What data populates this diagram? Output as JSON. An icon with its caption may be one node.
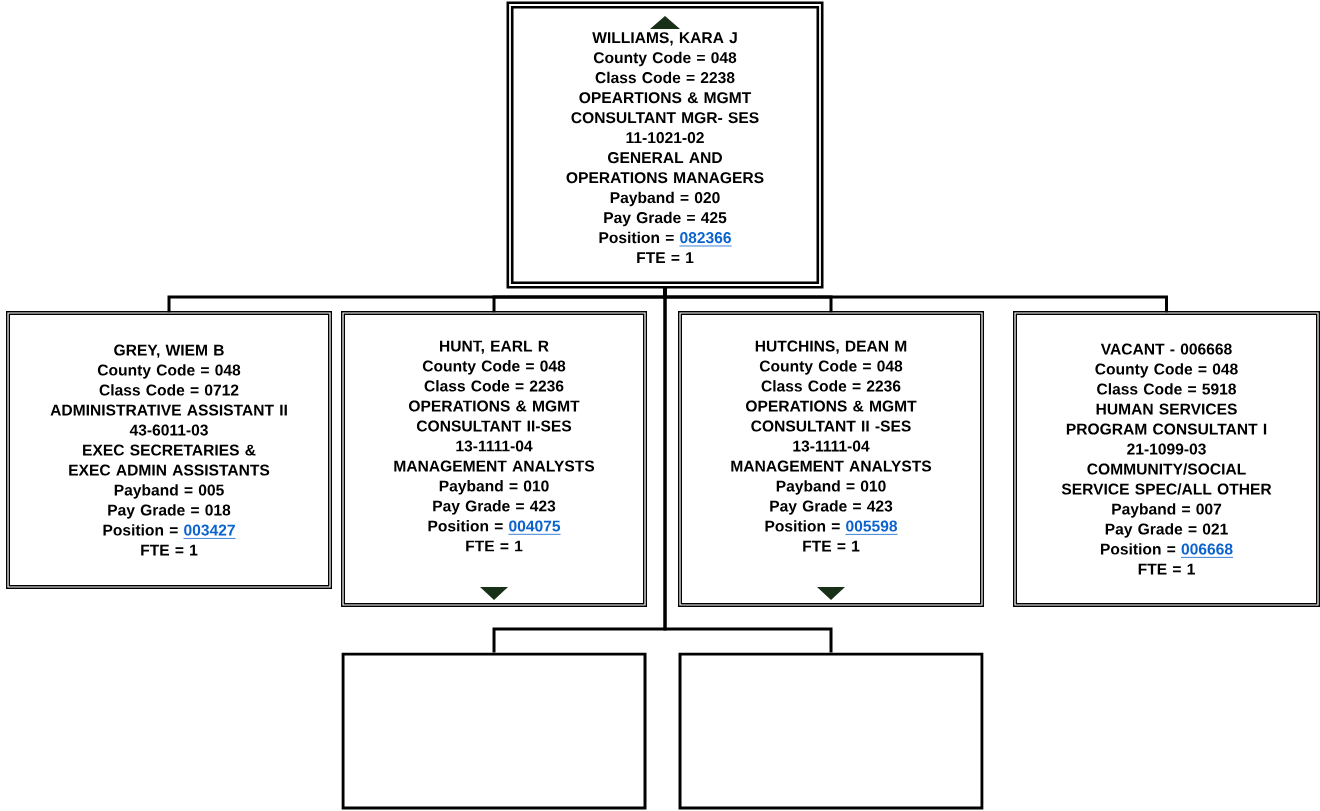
{
  "diagram": {
    "nodes": [
      {
        "text": [
          "WILLIAMS, KARA J",
          "County Code = 048",
          "Class Code = 2238",
          "OPEARTIONS & MGMT CONSULTANT MGR- SES",
          "11-1021-02",
          "GENERAL AND OPERATIONS MANAGERS",
          "Payband = 020",
          "Pay Grade = 425",
          "Position =",
          "082366",
          "FTE = 1"
        ]
      },
      {
        "text": [
          "GREY, WIEM B",
          "County Code = 048",
          "Class Code = 0712",
          "ADMINISTRATIVE ASSISTANT II",
          "43-6011-03",
          "EXEC SECRETARIES & EXEC ADMIN ASSISTANTS",
          "Payband = 005",
          "Pay Grade = 018",
          "Position =",
          "003427",
          "FTE = 1"
        ]
      },
      {
        "text": [
          "HUNT, EARL R",
          "County Code = 048",
          "Class Code = 2236",
          "OPERATIONS & MGMT CONSULTANT II-SES",
          "13-1111-04",
          "MANAGEMENT ANALYSTS",
          "Payband = 010",
          "Pay Grade = 423",
          "Position =",
          "004075",
          "FTE = 1"
        ]
      },
      {
        "text": [
          "HUTCHINS, DEAN M",
          "County Code = 048",
          "Class Code = 2236",
          "OPERATIONS & MGMT CONSULTANT II -SES",
          "13-1111-04",
          "MANAGEMENT ANALYSTS",
          "Payband = 010",
          "Pay Grade = 423",
          "Position =",
          "005598",
          "FTE = 1"
        ]
      },
      {
        "text": [
          "VACANT - 006668",
          "County Code = 048",
          "Class Code = 5918",
          "HUMAN SERVICES PROGRAM CONSULTANT I",
          "21-1099-03",
          "COMMUNITY/SOCIAL SERVICE SPEC/ALL OTHER",
          "Payband = 007",
          "Pay Grade = 021",
          "Position =",
          "006668",
          "FTE = 1"
        ]
      },
      {
        "text": [],
        "shape": "box"
      },
      {
        "text": [],
        "shape": "box"
      }
    ],
    "edges": [
      {
        "from": 0,
        "to": 1,
        "arrow": "none"
      },
      {
        "from": 0,
        "to": 2,
        "arrow": "none"
      },
      {
        "from": 0,
        "to": 3,
        "arrow": "none"
      },
      {
        "from": 0,
        "to": 4,
        "arrow": "none"
      },
      {
        "from": 0,
        "to": 5,
        "arrow": "none"
      },
      {
        "from": 0,
        "to": 6,
        "arrow": "none"
      }
    ]
  }
}
